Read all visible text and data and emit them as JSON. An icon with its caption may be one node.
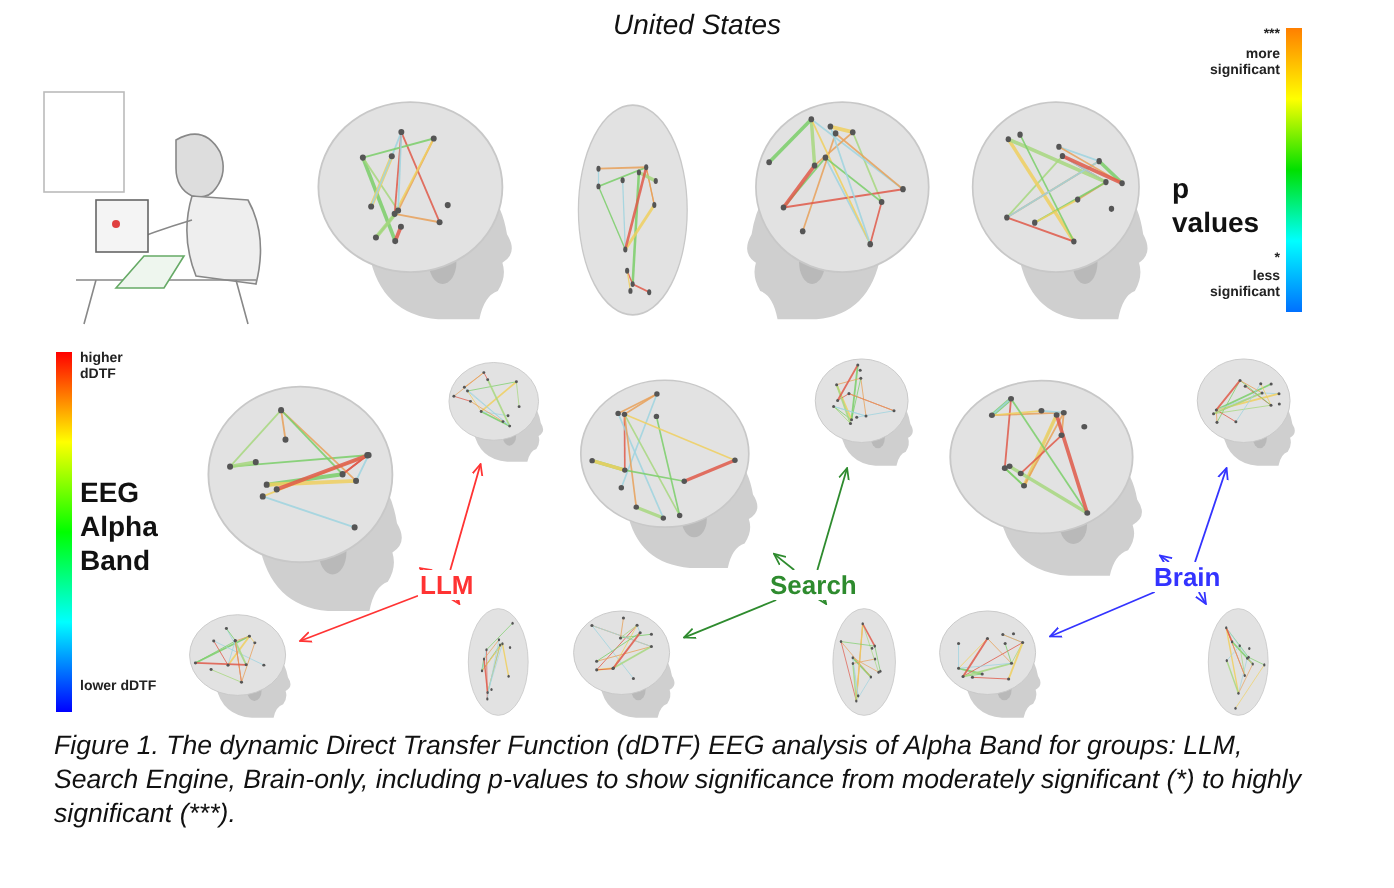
{
  "diagram": {
    "title": "United States",
    "caption": "Figure 1. The dynamic Direct Transfer Function (dDTF) EEG analysis of Alpha Band for groups: LLM, Search Engine, Brain-only, including p-values to show significance from moderately significant (*) to highly significant (***).",
    "nodes": [
      {
        "text": [],
        "shape": "picture"
      },
      {
        "text": [],
        "shape": "picture"
      },
      {
        "text": [],
        "shape": "picture"
      },
      {
        "text": [],
        "shape": "picture"
      },
      {
        "text": [],
        "shape": "picture"
      },
      {
        "text": [],
        "shape": "picture"
      },
      {
        "text": [
          "LLM"
        ]
      },
      {
        "text": [
          "Search"
        ]
      },
      {
        "text": [
          "Brain"
        ]
      },
      {
        "text": [],
        "shape": "picture"
      },
      {
        "text": [],
        "shape": "picture"
      },
      {
        "text": [],
        "shape": "picture"
      },
      {
        "text": [],
        "shape": "picture"
      },
      {
        "text": [],
        "shape": "picture"
      },
      {
        "text": [],
        "shape": "picture"
      }
    ],
    "edges": [
      {
        "from": 6,
        "to": 0,
        "arrow": "to",
        "color": "#ff3333"
      },
      {
        "from": 6,
        "to": 1,
        "arrow": "to",
        "color": "#ff3333"
      },
      {
        "from": 6,
        "to": 9,
        "arrow": "to",
        "color": "#ff3333"
      },
      {
        "from": 6,
        "to": 10,
        "arrow": "to",
        "color": "#ff3333"
      },
      {
        "from": 7,
        "to": 2,
        "arrow": "to",
        "color": "#2e8b2e"
      },
      {
        "from": 7,
        "to": 3,
        "arrow": "to",
        "color": "#2e8b2e"
      },
      {
        "from": 7,
        "to": 11,
        "arrow": "to",
        "color": "#2e8b2e"
      },
      {
        "from": 7,
        "to": 12,
        "arrow": "to",
        "color": "#2e8b2e"
      },
      {
        "from": 8,
        "to": 4,
        "arrow": "to",
        "color": "#3333ff"
      },
      {
        "from": 8,
        "to": 5,
        "arrow": "to",
        "color": "#3333ff"
      },
      {
        "from": 8,
        "to": 13,
        "arrow": "to",
        "color": "#3333ff"
      },
      {
        "from": 8,
        "to": 14,
        "arrow": "to",
        "color": "#3333ff"
      }
    ],
    "labels": [
      "***",
      "more significant",
      "p values",
      "*",
      "less significant",
      "higher dDTF",
      "EEG Alpha Band",
      "lower dDTF"
    ]
  }
}
